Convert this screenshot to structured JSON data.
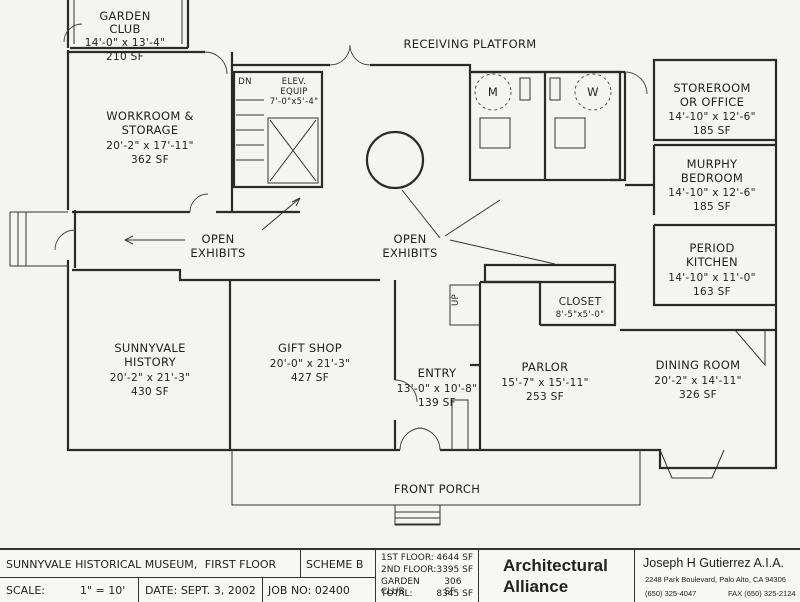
{
  "rooms": {
    "garden_club": {
      "name1": "GARDEN",
      "name2": "CLUB",
      "dims": "14'-0\" x 13'-4\"",
      "area": "210 SF"
    },
    "workroom": {
      "name1": "WORKROOM &",
      "name2": "STORAGE",
      "dims": "20'-2\" x 17'-11\"",
      "area": "362 SF"
    },
    "elevator": {
      "name1": "ELEV.",
      "name2": "EQUIP",
      "dims": "7'-0\"x5'-4\""
    },
    "stair_top": {
      "label": "DN"
    },
    "receiving": {
      "name": "RECEIVING PLATFORM"
    },
    "restroom_m": {
      "label": "M"
    },
    "restroom_w": {
      "label": "W"
    },
    "storeroom": {
      "name1": "STOREROOM",
      "name2": "OR OFFICE",
      "dims": "14'-10\" x 12'-6\"",
      "area": "185 SF"
    },
    "murphy": {
      "name1": "MURPHY",
      "name2": "BEDROOM",
      "dims": "14'-10\" x 12'-6\"",
      "area": "185 SF"
    },
    "open_exhibits_left": {
      "name1": "OPEN",
      "name2": "EXHIBITS"
    },
    "open_exhibits_center": {
      "name1": "OPEN",
      "name2": "EXHIBITS"
    },
    "period_kitchen": {
      "name1": "PERIOD",
      "name2": "KITCHEN",
      "dims": "14'-10\" x 11'-0\"",
      "area": "163 SF"
    },
    "closet": {
      "name": "CLOSET",
      "dims": "8'-5\"x5'-0\""
    },
    "stair_up": {
      "label": "UP"
    },
    "sunnyvale_history": {
      "name1": "SUNNYVALE",
      "name2": "HISTORY",
      "dims": "20'-2\" x 21'-3\"",
      "area": "430 SF"
    },
    "gift_shop": {
      "name": "GIFT SHOP",
      "dims": "20'-0\" x 21'-3\"",
      "area": "427 SF"
    },
    "entry": {
      "name": "ENTRY",
      "dims": "13'-0\" x 10'-8\"",
      "area": "139 SF"
    },
    "parlor": {
      "name": "PARLOR",
      "dims": "15'-7\" x 15'-11\"",
      "area": "253 SF"
    },
    "dining": {
      "name": "DINING ROOM",
      "dims": "20'-2\" x 14'-11\"",
      "area": "326 SF"
    },
    "front_porch": {
      "name": "FRONT PORCH"
    }
  },
  "title_block": {
    "project": "SUNNYVALE HISTORICAL MUSEUM,",
    "floor": "FIRST FLOOR",
    "scheme": "SCHEME B",
    "scale_label": "SCALE:",
    "scale_value": "1\" = 10'",
    "date": "DATE: SEPT. 3, 2002",
    "job": "JOB NO: 02400",
    "areas": [
      {
        "label": "1ST FLOOR:",
        "value": "4644 SF"
      },
      {
        "label": "2ND FLOOR:",
        "value": "3395 SF"
      },
      {
        "label": "GARDEN CLUB:",
        "value": "306 SF"
      },
      {
        "label": "TOTAL:",
        "value": "8345 SF"
      }
    ],
    "firm": {
      "line1": "Architectural",
      "line2": "Alliance"
    },
    "architect": "Joseph H Gutierrez A.I.A.",
    "address": "2248 Park Boulevard, Palo Alto, CA 94306",
    "phone": "(650) 325-4047",
    "fax": "FAX (650) 325-2124"
  }
}
